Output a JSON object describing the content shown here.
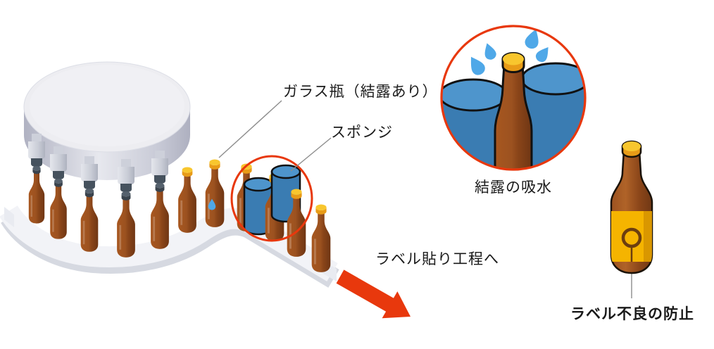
{
  "diagram": {
    "title_context": "bottling-line condensation absorption process",
    "labels": {
      "glass_bottle": "ガラス瓶（結露あり）",
      "sponge": "スポンジ",
      "to_labeling_process": "ラベル貼り工程へ"
    },
    "inset": {
      "caption": "結露の吸水"
    },
    "right_bottle": {
      "caption": "ラベル不良の防止"
    },
    "icons": {
      "condensation_droplet": "teardrop-icon",
      "splash_droplets": "splash-teardrop-icons",
      "flow_arrow": "arrow-down-right-icon",
      "highlight_circle": "red-ellipse-outline",
      "label_logo": "circle-ring-logo"
    },
    "colors": {
      "accent_red": "#E8380D",
      "sponge_blue": "#3A7CB2",
      "sponge_blue_light": "#4E95CC",
      "bottle_brown": "#A8571F",
      "bottle_brown_dark": "#6F3614",
      "cap_yellow": "#F8C62E",
      "cap_yellow_dark": "#E89B17",
      "droplet_blue": "#4FA8E8",
      "machine_gray": "#EDEDF1",
      "conveyor_gray": "#F2F3F7",
      "label_yellow": "#F5B400",
      "text_dark": "#1A1A1A"
    }
  }
}
